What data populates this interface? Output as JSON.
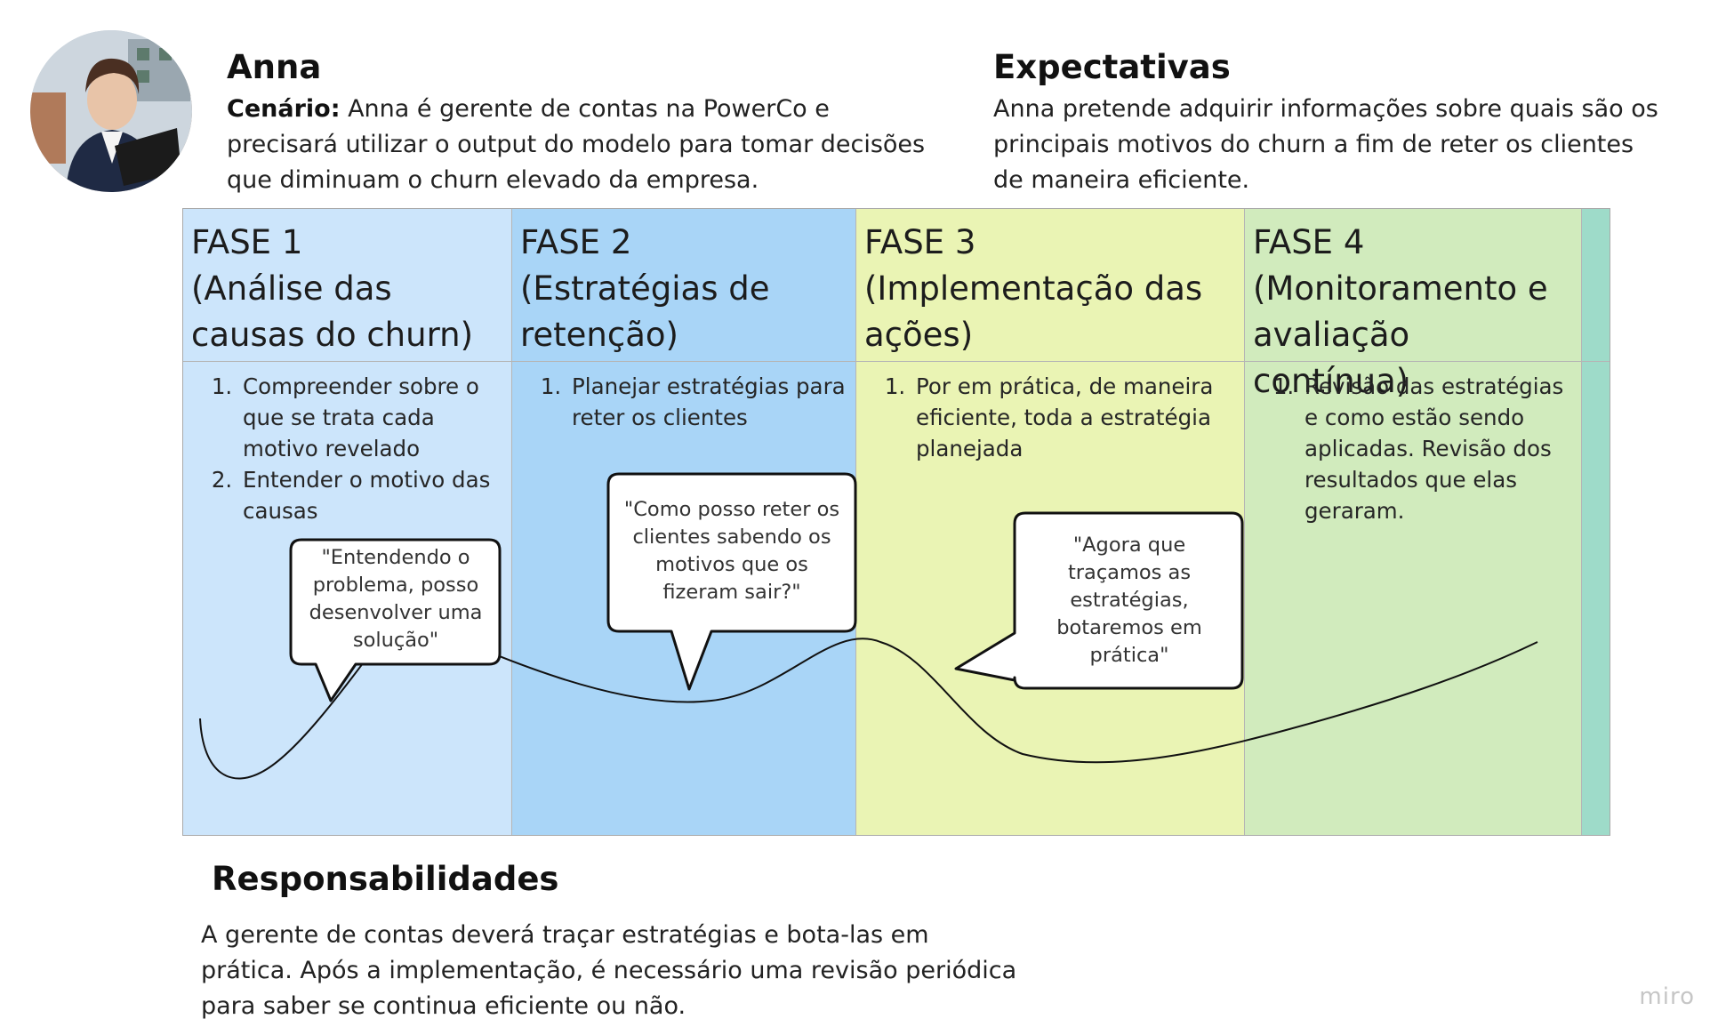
{
  "persona": {
    "name": "Anna",
    "scenario_label": "Cenário:",
    "scenario_text": " Anna é gerente de contas na PowerCo e precisará utilizar o output do modelo para tomar decisões que diminuam o churn elevado da empresa."
  },
  "expectations": {
    "title": "Expectativas",
    "text": "Anna pretende adquirir informações sobre quais são os principais motivos do churn a fim de reter os clientes de maneira eficiente."
  },
  "phases": [
    {
      "title": "FASE 1\n(Análise das causas do churn)",
      "color": "#cce5fb",
      "items": [
        "Compreender sobre o que se trata cada motivo revelado",
        "Entender o motivo das causas"
      ]
    },
    {
      "title": "FASE 2\n(Estratégias de retenção)",
      "color": "#a9d5f7",
      "items": [
        "Planejar estratégias para reter os clientes"
      ]
    },
    {
      "title": "FASE 3\n(Implementação das ações)",
      "color": "#eaf4b4",
      "items": [
        "Por em prática, de maneira eficiente, toda a estratégia planejada"
      ]
    },
    {
      "title": "FASE 4\n(Monitoramento e avaliação contínua)",
      "color": "#d1ebbd",
      "items": [
        "Revisão das estratégias e como estão sendo aplicadas. Revisão dos resultados que elas geraram."
      ]
    }
  ],
  "extra_column_color": "#9edbc9",
  "bubbles": [
    {
      "text": "\"Entendendo o problema, posso desenvolver uma solução\""
    },
    {
      "text": "\"Como posso reter os clientes sabendo os motivos que os fizeram sair?\""
    },
    {
      "text": "\"Agora que traçamos as estratégias, botaremos em prática\""
    }
  ],
  "responsibilities": {
    "title": "Responsabilidades",
    "text": "A gerente de contas deverá traçar estratégias e bota-las em prática. Após a implementação, é necessário uma revisão periódica para saber se continua eficiente ou não."
  },
  "watermark": "miro"
}
